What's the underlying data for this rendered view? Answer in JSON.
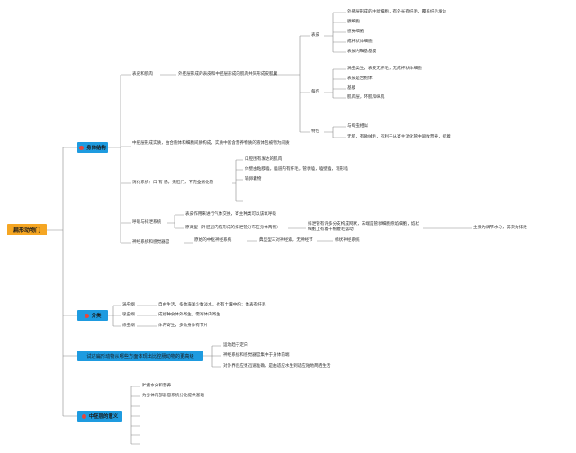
{
  "root": "扁形动物门",
  "sections": {
    "structure": {
      "label": "身体结构",
      "body_wall": {
        "label": "表皮和肌肉",
        "desc": "外胚层形成的表皮和中胚层形成的肌肉共同形成皮肌囊",
        "epidermis": {
          "label": "表皮",
          "items": [
            "外胚层形成的柱状细胞，有外长有纤毛，覆盖纤毛发达",
            "腺细胞",
            "感觉细胞",
            "成杆状体细胞",
            "表皮内细基基膜"
          ]
        },
        "muscle": {
          "label": "每包",
          "items": [
            "涡虫类生，表皮无纤毛，无成杆状体细胞",
            "表皮是合胞体",
            "基膜",
            "肌肉层，环肌和纵肌"
          ]
        },
        "special": {
          "label": "特包",
          "items": [
            "与每虫相似",
            "无肌，有微绒毛，有利于从寄主消化管中吸收营养，提着"
          ]
        }
      },
      "mesoderm_desc": "中胚层形成实质，由合胞体和细胞间质构成，实质中富含营养物质的液体包被物为间质",
      "digestive": {
        "label": "消化系统：口 有 肠，无肛门，不完全消化管",
        "items": [
          "口腔围有发达的肌肉",
          "体壁由粘膜嗑，嗑道内有纤毛，管状嗑，嗑壁嗑，现形嗑",
          "输卵囊物"
        ]
      },
      "excretory": {
        "label": "呼吸与排泄系统",
        "items": [
          "表皮作用来进行气体交换，寄主种类可以该氧呼吸",
          "原肾型（外胚层内陷形成的排泄管分布在身体两侧）"
        ],
        "detail": "排泄管有许多分支构成网状，末端是管状细胞称焰细胞，焰状细胞上有着干根鞭毛摆动",
        "note": "主要为调节水分，其次为排泄"
      },
      "nervous": {
        "label": "神经系统和感觉器官",
        "chain": [
          "原始的中枢神经系统",
          "典型型三对神经索，无神经节",
          "梯状神经系统"
        ]
      }
    },
    "classification": {
      "label": "分类",
      "groups": [
        {
          "name": "涡虫纲",
          "desc": "自由生活，多数海洋少数淡水，也有土壤中的；体表有纤毛"
        },
        {
          "name": "吸虫纲",
          "desc": "成组种食体外寄生，需寄体内寄生"
        },
        {
          "name": "绦虫纲",
          "desc": "体内寄生，多数身体有节片"
        }
      ]
    },
    "evolution": {
      "label": "试述扁形动物从哪些方面体现出比腔肠动物的更高级",
      "items": [
        "运动趋于定向",
        "神经系统和感觉器官集中于身体前端",
        "对外界反应更迅速准确，是由适应水生到适应陆地两栖生活"
      ]
    },
    "significance": {
      "label": "中胚层的意义",
      "items": [
        "贮藏水分和营养",
        "为身体内部器官系统分化提供基础"
      ]
    }
  },
  "colors": {
    "root": "#f5a623",
    "level1": "#1e9be0",
    "icon": "#e8463a",
    "line": "#8a8a8a"
  }
}
